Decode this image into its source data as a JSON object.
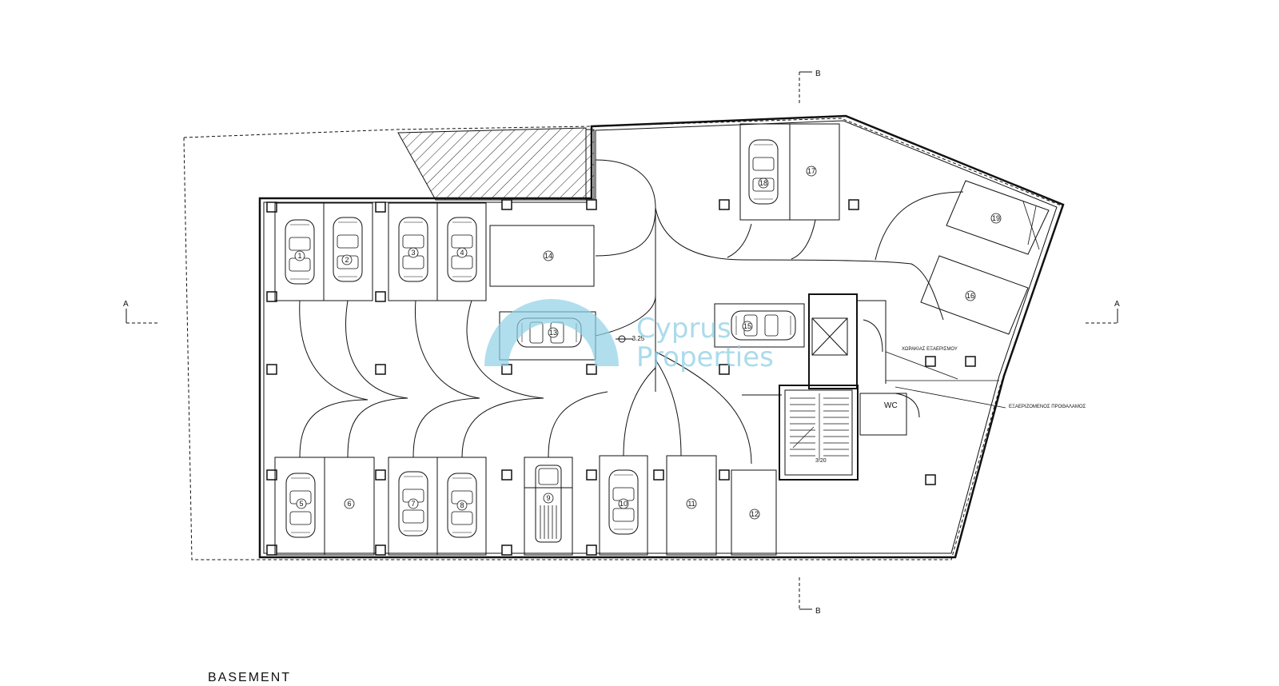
{
  "drawing": {
    "title": "BASEMENT",
    "section_a": "A",
    "section_b": "B",
    "level_mark": "-3.25",
    "wc_label": "WC",
    "stair_dim": "3.20",
    "note_storage": "ΧΩΡΑΚΙΑΣ ΕΞΑΕΡΙΣΜΟΥ",
    "note_ramp": "ΕΞΑΕΡΙΖΟΜΕΝΟΣ ΠΡΟΘΑΛΑΜΟΣ"
  },
  "watermark": {
    "line1": "Cyprus",
    "line2": "Properties",
    "color": "#4fb8dc"
  },
  "parking_spaces": [
    "1",
    "2",
    "3",
    "4",
    "5",
    "6",
    "7",
    "8",
    "9",
    "10",
    "11",
    "12",
    "13",
    "14",
    "15",
    "16",
    "17",
    "18",
    "19"
  ],
  "colors": {
    "line": "#111111",
    "hatch": "#222222",
    "watermark": "#4fb8dc"
  }
}
